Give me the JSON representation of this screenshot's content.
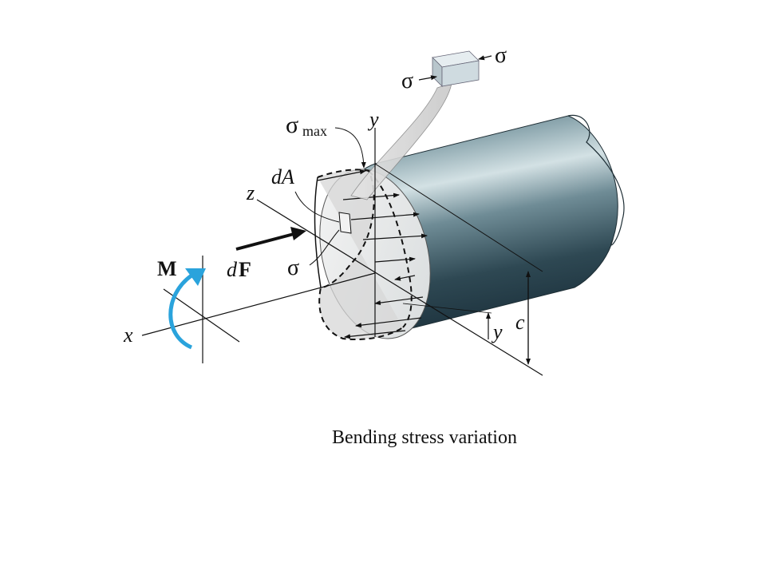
{
  "labels": {
    "sigma_top_right": "σ",
    "sigma_top_left": "σ",
    "sigma_max": "σ",
    "sigma_max_sub": "max",
    "y_axis": "y",
    "dA": "dA",
    "z_axis": "z",
    "dF_d": "d",
    "dF_F": "F",
    "sigma_element": "σ",
    "moment": "M",
    "x_axis": "x",
    "c_dim": "c",
    "y_dim": "y",
    "caption": "Bending stress variation"
  },
  "colors": {
    "moment_arrow": "#2aa3dc",
    "beam_dark": "#2f4a56",
    "beam_light": "#c9d9de",
    "section_face": "#ececec",
    "stress_block": "#d9d9d9"
  },
  "icons": {
    "stress_element": "stress-cube-icon"
  }
}
